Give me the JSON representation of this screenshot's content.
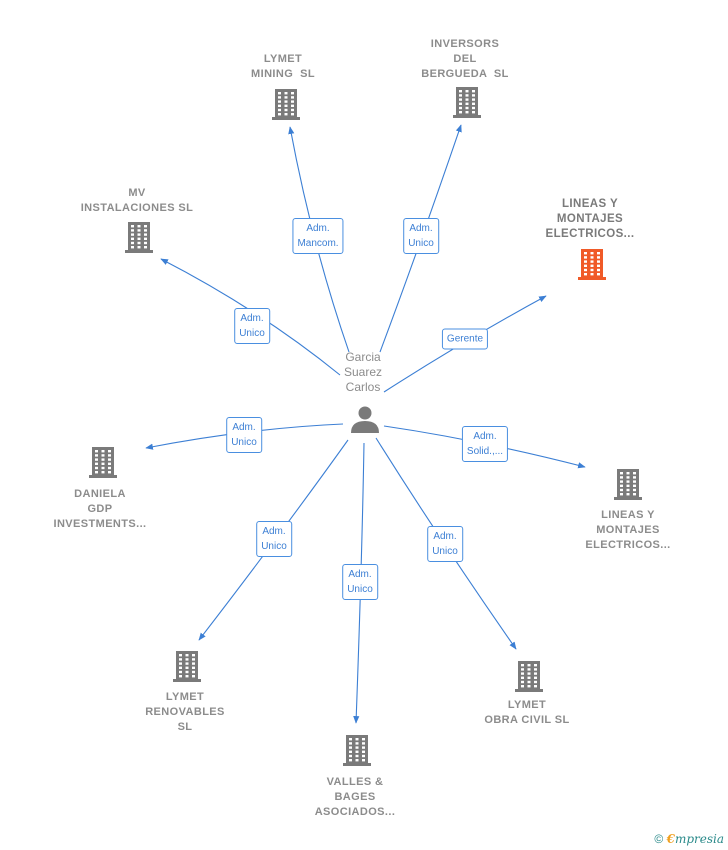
{
  "person": {
    "label": "Garcia\nSuarez\nCarlos",
    "icon": "person-icon"
  },
  "colors": {
    "edge": "#3c7fd4",
    "building": "#7a7a7a",
    "building_main": "#f05a28"
  },
  "companies": [
    {
      "id": "lymet-mining",
      "label": "LYMET\nMINING  SL",
      "role": "Adm.\nMancom.",
      "main": false
    },
    {
      "id": "inversors",
      "label": "INVERSORS\nDEL\nBERGUEDA  SL",
      "role": "Adm.\nUnico",
      "main": false
    },
    {
      "id": "mv-instalaciones",
      "label": "MV\nINSTALACIONES SL",
      "role": "Adm.\nUnico",
      "main": false
    },
    {
      "id": "lineas-main",
      "label": "LINEAS Y\nMONTAJES\nELECTRICOS...",
      "role": "Gerente",
      "main": true
    },
    {
      "id": "daniela",
      "label": "DANIELA\nGDP\nINVESTMENTS...",
      "role": "Adm.\nUnico",
      "main": false
    },
    {
      "id": "lineas-2",
      "label": "LINEAS Y\nMONTAJES\nELECTRICOS...",
      "role": "Adm.\nSolid.,...",
      "main": false
    },
    {
      "id": "lymet-renovables",
      "label": "LYMET\nRENOVABLES\nSL",
      "role": "Adm.\nUnico",
      "main": false
    },
    {
      "id": "valles-bages",
      "label": "VALLES &\nBAGES\nASOCIADOS...",
      "role": "Adm.\nUnico",
      "main": false
    },
    {
      "id": "lymet-obra",
      "label": "LYMET\nOBRA CIVIL SL",
      "role": "Adm.\nUnico",
      "main": false
    }
  ],
  "watermark": {
    "copyright": "©",
    "brand_initial": "€",
    "brand_rest": "mpresia"
  }
}
